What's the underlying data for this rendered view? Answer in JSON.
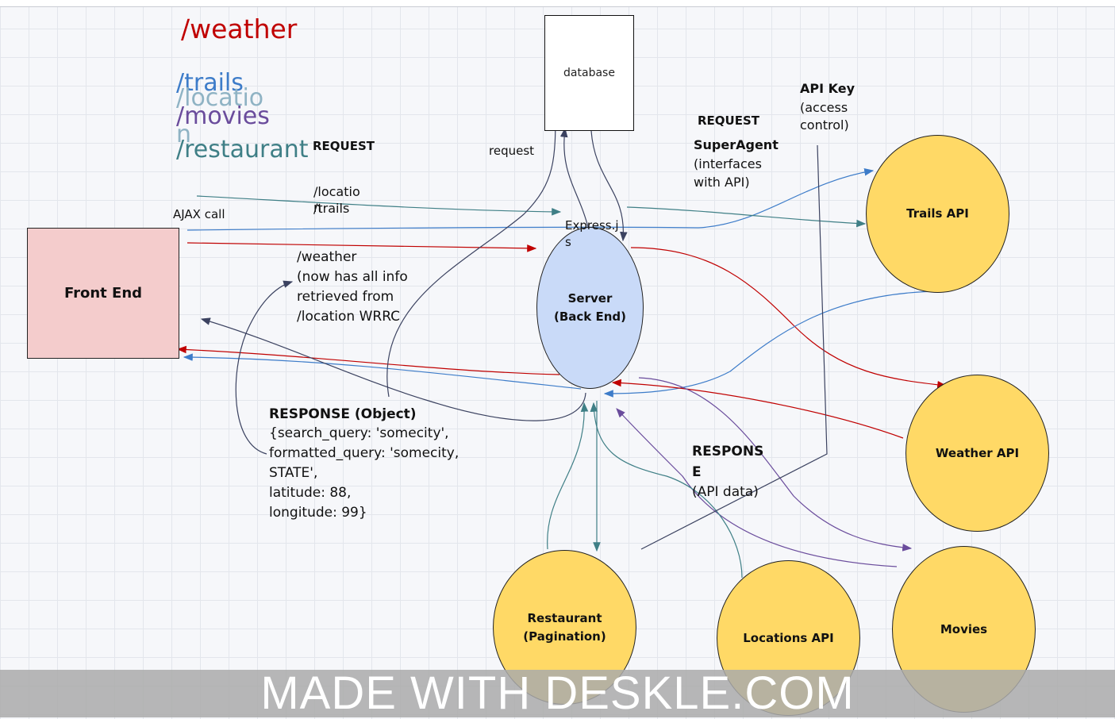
{
  "routes": {
    "weather": "/weather",
    "trails": "/trails",
    "location": "/locatio\nn",
    "movies": "/movies",
    "restaurant": "/restaurant"
  },
  "nodes": {
    "database": "database",
    "front_end": "Front End",
    "server": "Server\n(Back End)",
    "trails_api": "Trails API",
    "weather_api": "Weather API",
    "restaurant": "Restaurant\n(Pagination)",
    "locations_api": "Locations API",
    "movies": "Movies"
  },
  "labels": {
    "request_left": "REQUEST",
    "request_db": "request",
    "request_right_title": "REQUEST",
    "superagent_title": "SuperAgent",
    "superagent_body": "(interfaces\nwith API)",
    "api_key_title": "API Key",
    "api_key_body": "(access\ncontrol)",
    "ajax_call": "AJAX call",
    "location_path": "/locatio\nn",
    "trails_path": "/trails",
    "express": "Express.j\ns",
    "weather_note": "/weather\n(now has all info\nretrieved from\n/location WRRC",
    "response_obj_title": "RESPONSE (Object)",
    "response_obj_body": "{search_query: 'somecity',\nformatted_query: 'somecity,\nSTATE',\nlatitude: 88,\nlongitude: 99}",
    "response_right_title": "RESPONS\nE",
    "response_right_body": "(API data)"
  },
  "colors": {
    "weather_route": "#c00000",
    "trails_route": "#3d7cc9",
    "location_route": "#8fb3c4",
    "movies_route": "#6a4c9c",
    "restaurant_route": "#3f7f86",
    "front_end_fill": "#f4cccc",
    "server_fill": "#c9daf8",
    "api_fill": "#ffd966"
  },
  "watermark": "MADE WITH DESKLE.COM"
}
